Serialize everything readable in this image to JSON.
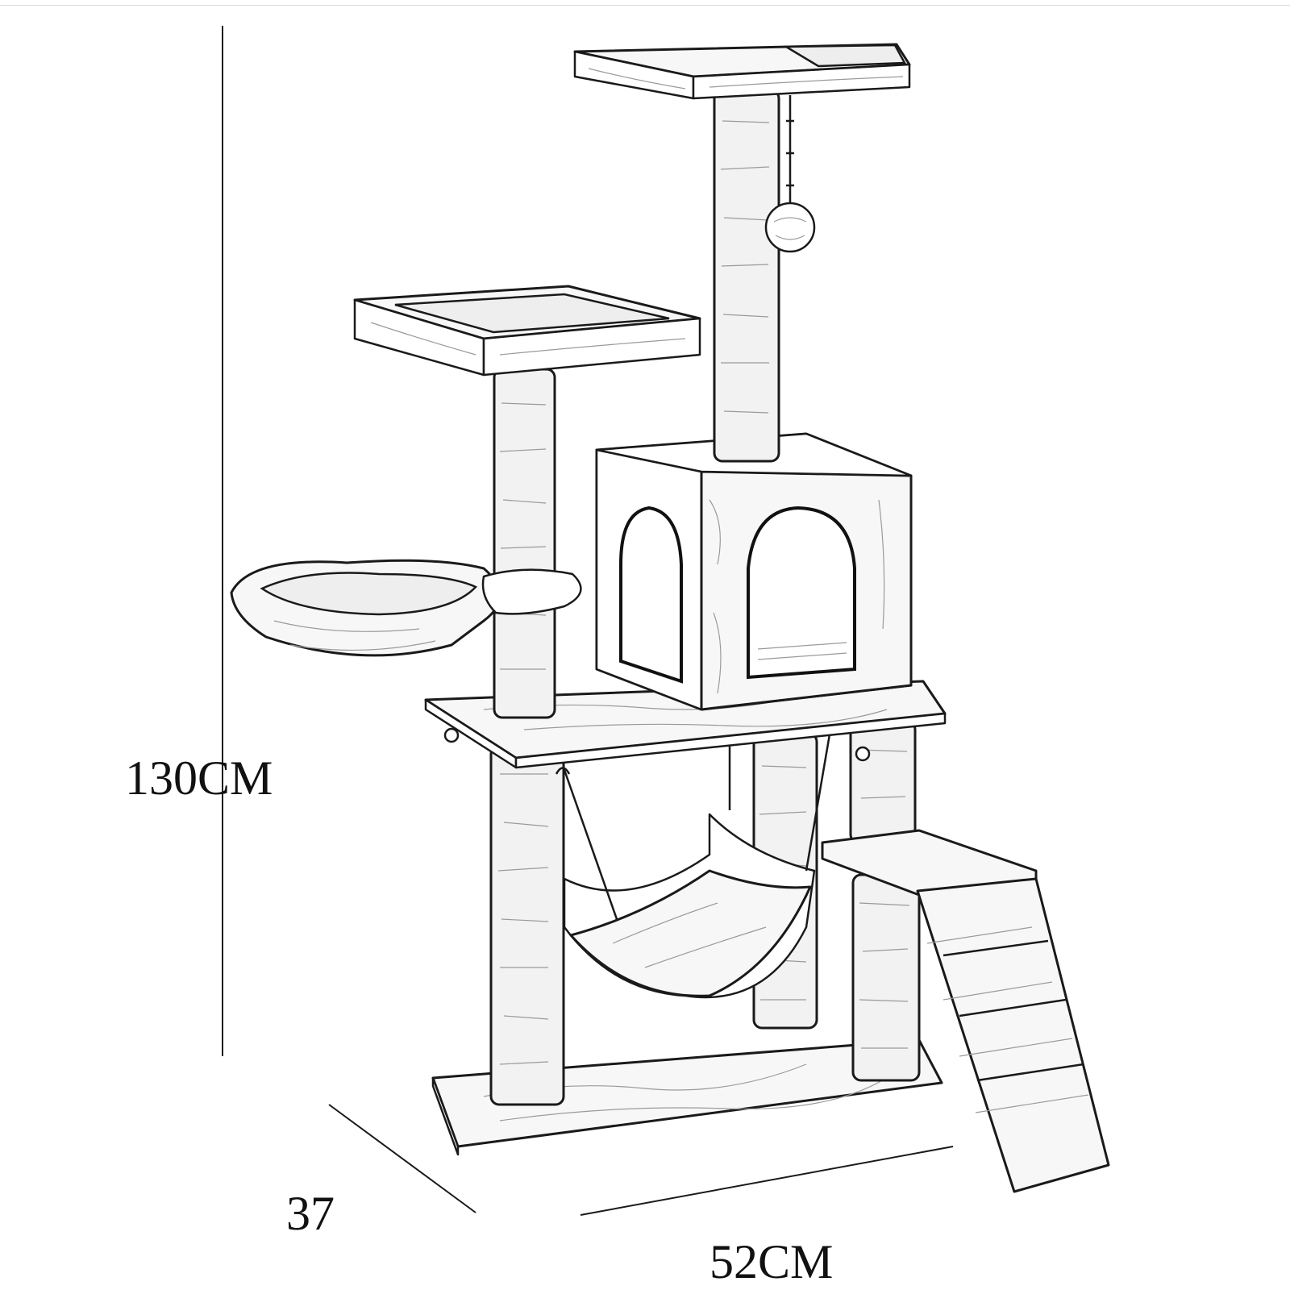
{
  "diagram": {
    "dimensions": {
      "height_label": "130CM",
      "depth_label": "37",
      "width_label": "52CM"
    },
    "colors": {
      "line": "#1a1a1a",
      "fill": "#f7f7f7",
      "background": "#ffffff"
    }
  }
}
